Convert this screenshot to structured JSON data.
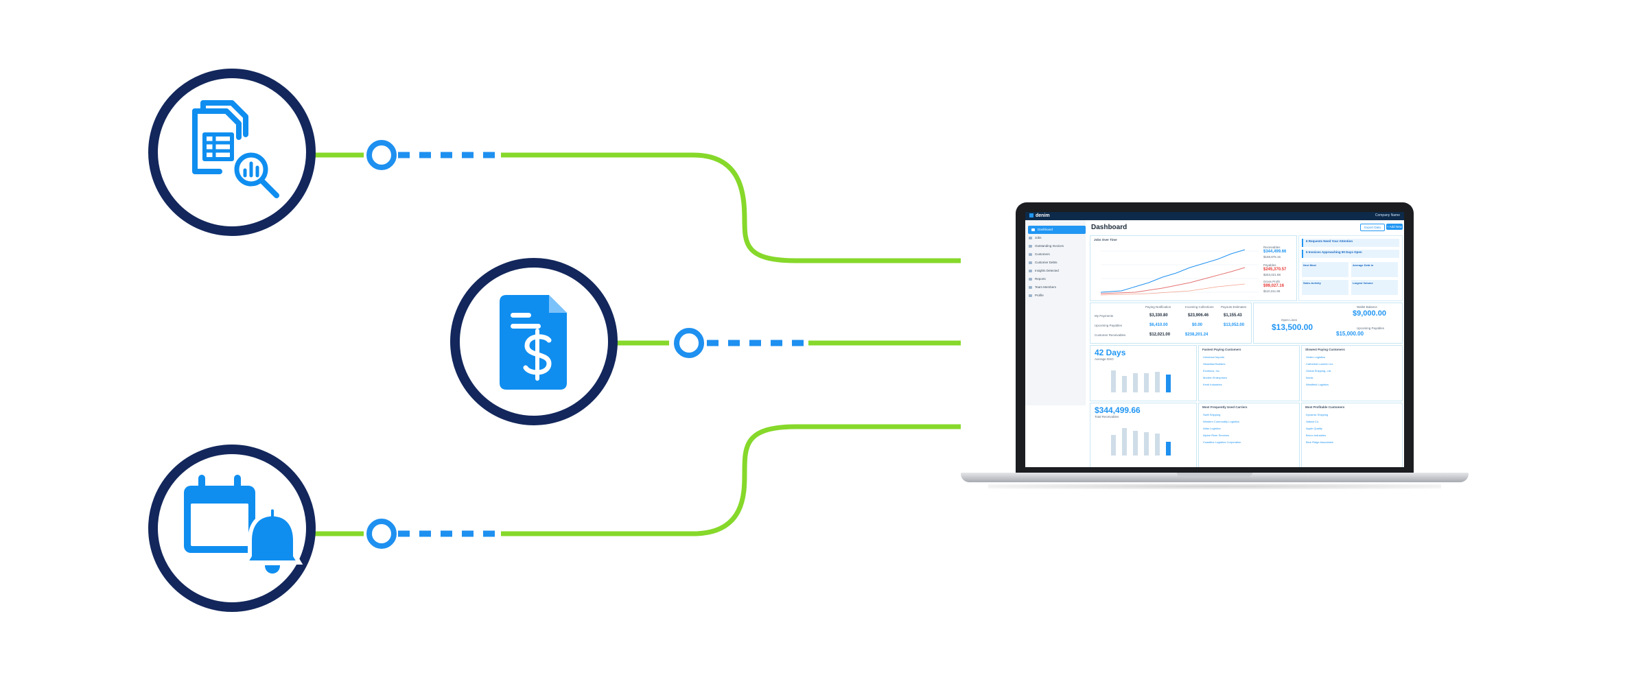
{
  "colors": {
    "navy": "#13275c",
    "accent_blue": "#0f8ef0",
    "green": "#86d82a",
    "dashed_blue": "#1e90f0"
  },
  "icons": [
    "report-analytics-icon",
    "invoice-dollar-icon",
    "calendar-bell-icon"
  ],
  "dashboard": {
    "brand": "denim",
    "user": "Company Name",
    "title": "Dashboard",
    "buttons": {
      "export": "Export Data",
      "add": "+ Add New"
    },
    "sidebar": [
      "Dashboard",
      "Jobs",
      "Outstanding Invoices",
      "Customers",
      "Customer Debts",
      "Insights Detected",
      "Reports",
      "Team Members",
      "Profile"
    ],
    "chart_card": {
      "title": "Jobs Over Time",
      "legend": [
        {
          "label": "Receivables",
          "value": "$344,499.66",
          "sub": "$168,875.16",
          "tone": "blue"
        },
        {
          "label": "Payables",
          "value": "$245,370.57",
          "sub": "$253,021.88",
          "tone": "red"
        },
        {
          "label": "Gross Profit",
          "value": "$99,027.16",
          "sub": "$110,311.58",
          "tone": "red"
        }
      ]
    },
    "alerts": [
      "6 Requests Need Your Attention",
      "5 Invoices Approaching 90 Days Open"
    ],
    "mini_cards": [
      "Next Meal",
      "Average Debt in",
      "Sales Activity",
      "Largest Volume"
    ],
    "payments_card": {
      "cols": [
        "Paying Notification",
        "Incoming Collections",
        "Payouts Estimates"
      ],
      "rows": [
        {
          "label": "My Payments",
          "a": "$3,330.80",
          "b": "$23,906.46",
          "c": "$1,155.43"
        },
        {
          "label": "Upcoming Payables",
          "a": "$6,410.00",
          "b": "$0.00",
          "c": "$13,052.00"
        },
        {
          "label": "Customer Receivables",
          "a": "$12,021.00",
          "b": "$238,201.24",
          "c": ""
        }
      ]
    },
    "wallet_card": {
      "title": "Wallet Balance",
      "balance": "$9,000.00",
      "open_label": "Open Lines",
      "open_value": "$13,500.00",
      "upcoming_label": "Upcoming Payables",
      "upcoming_value": "$15,000.00"
    },
    "dso_card": {
      "value": "42 Days",
      "label": "Average DSO"
    },
    "receivables_card": {
      "value": "$344,499.66",
      "label": "Total Receivables"
    },
    "fastest_card": {
      "title": "Fastest Paying Customers",
      "rows": [
        "Universal Imports",
        "Steadfast Builders",
        "Ecoblocs, Inc.",
        "Modern Enterprises",
        "Kenti Industries"
      ]
    },
    "slowest_card": {
      "title": "Slowest Paying Customers",
      "rows": [
        "Vertex Logistics",
        "Cathedral Lumber Ltd.",
        "Global Shipping, Ltd.",
        "Norsk",
        "Westfield Logistics"
      ]
    },
    "carriers_card": {
      "title": "Most Frequently Used Carriers",
      "rows": [
        "Swift Shipping",
        "Western Commodity Logistics",
        "Atlas Logistics",
        "Alpine River Services",
        "Coastline Logistics Corporation"
      ]
    },
    "profitable_card": {
      "title": "Most Profitable Customers",
      "rows": [
        "Dynamic Shipping",
        "Valiant Co.",
        "Apple Quality",
        "Bruno Industries",
        "Blue Ridge Associates"
      ]
    }
  }
}
